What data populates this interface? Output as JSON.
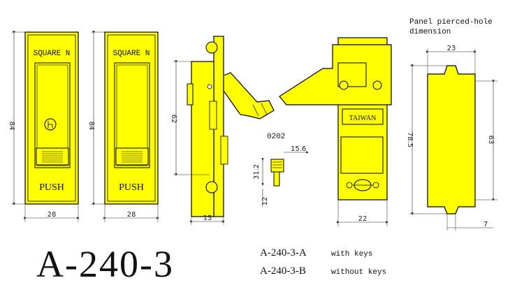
{
  "panel_note": {
    "line1": "Panel pierced-hole",
    "line2": "dimension"
  },
  "front_view": {
    "brand": "SQUARE N",
    "push_label": "PUSH",
    "height_dim": "84",
    "width_dim": "28"
  },
  "front_view_b": {
    "brand": "SQUARE N",
    "push_label": "PUSH",
    "height_dim": "84",
    "width_dim": "28"
  },
  "side_view": {
    "height_dim": "62",
    "depth_dim": "15"
  },
  "key": {
    "code": "0202",
    "width_dim": "15.6",
    "head_dim": "31.2",
    "shank_dim": "12"
  },
  "rear_view": {
    "origin_label": "TAIWAN",
    "width_dim": "22"
  },
  "cutout": {
    "top_width_dim": "23",
    "overall_height_dim": "78.5",
    "inner_height_dim": "63",
    "tab_width_dim": "7"
  },
  "model": {
    "number": "A-240-3"
  },
  "variants": [
    {
      "code": "A-240-3-A",
      "desc": "with keys"
    },
    {
      "code": "A-240-3-B",
      "desc": "without keys"
    }
  ],
  "colors": {
    "body_yellow": "#ffff00",
    "outline": "#000000"
  }
}
